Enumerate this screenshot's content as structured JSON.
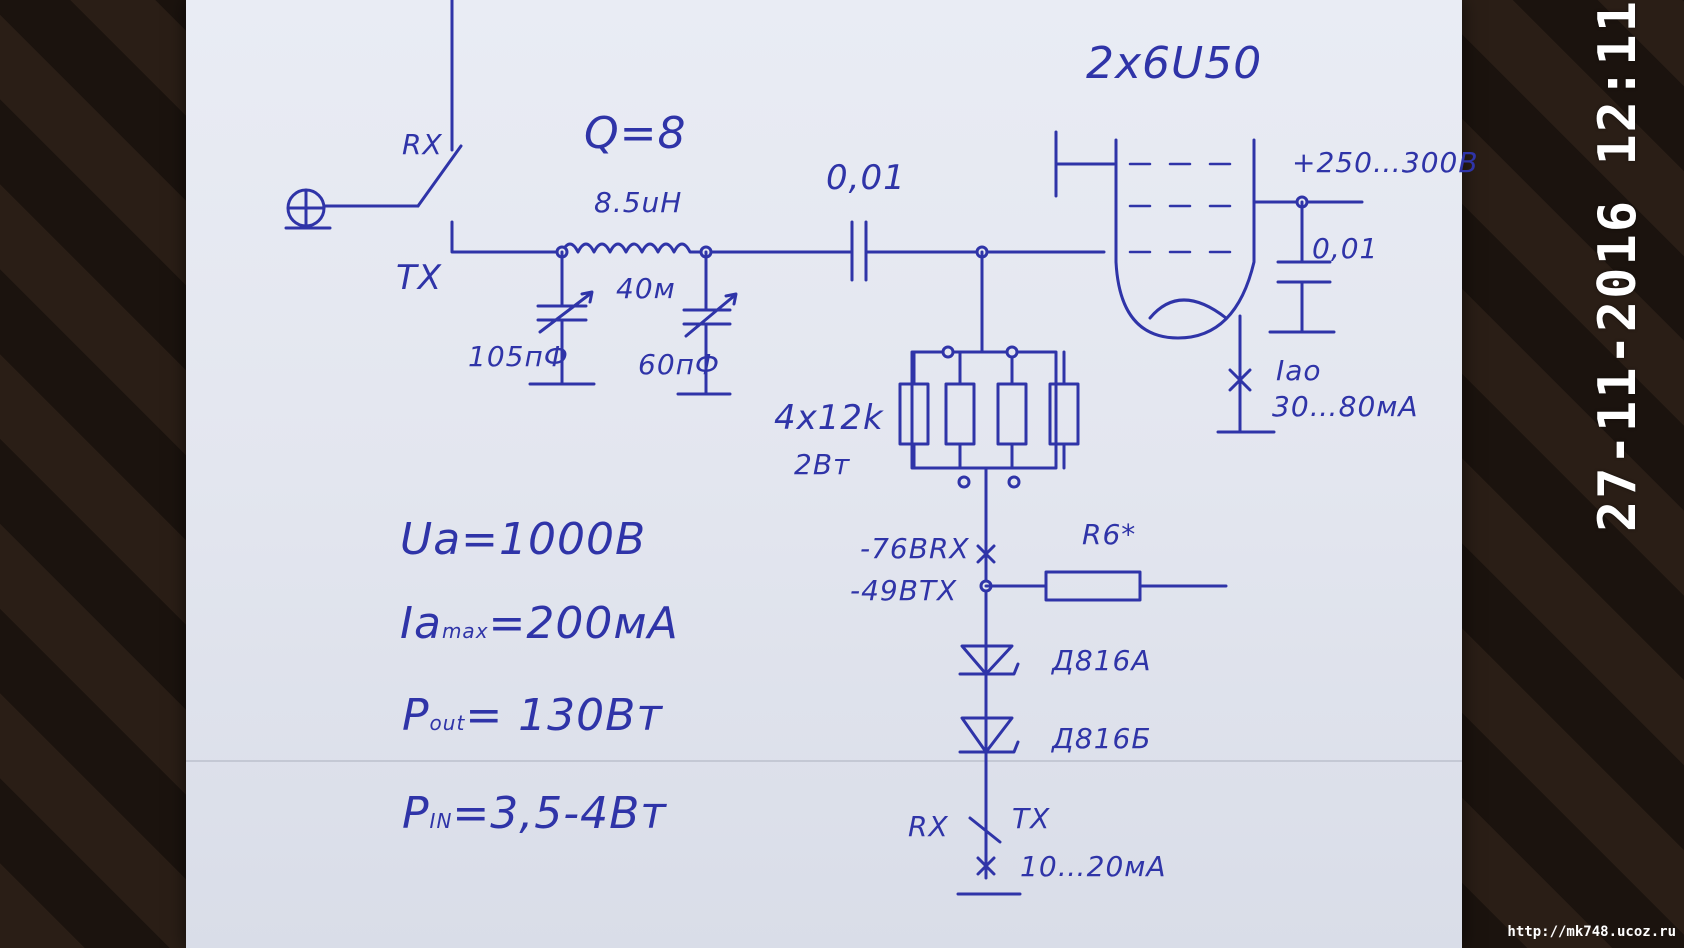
{
  "tube": {
    "label": "2x6U50"
  },
  "q_factor": "Q=8",
  "switch_top": {
    "rx": "RX",
    "tx": "TX"
  },
  "inductor": {
    "value": "8.5uH",
    "band": "40м"
  },
  "caps": {
    "variable_1": "105пФ",
    "variable_2": "60пФ",
    "coupling": "0,01",
    "bypass": "0,01"
  },
  "supply": "+250…300В",
  "resistors": {
    "label_1": "4x12k",
    "label_2": "2Вт"
  },
  "grid_bias": {
    "rx": "-76ВRX",
    "tx": "-49ВTX"
  },
  "r_bias": "R6*",
  "zeners": {
    "d1": "Д816А",
    "d2": "Д816Б"
  },
  "bias_switch": {
    "rx": "RX",
    "tx": "TX",
    "current": "10…20мА"
  },
  "anode_current": {
    "symbol": "Iао",
    "value": "30…80мА"
  },
  "specs": {
    "ua": "Ua=1000В",
    "ia_main": "Ia",
    "ia_sub": "max",
    "ia_val": "=200мА",
    "pout_main": "P",
    "pout_sub": "out",
    "pout_val": "= 130Вт",
    "pin_main": "P",
    "pin_sub": "IN",
    "pin_val": "=3,5-4Вт"
  },
  "photo_timestamp": "27-11-2016 12:11",
  "watermark": "http://mk748.ucoz.ru"
}
